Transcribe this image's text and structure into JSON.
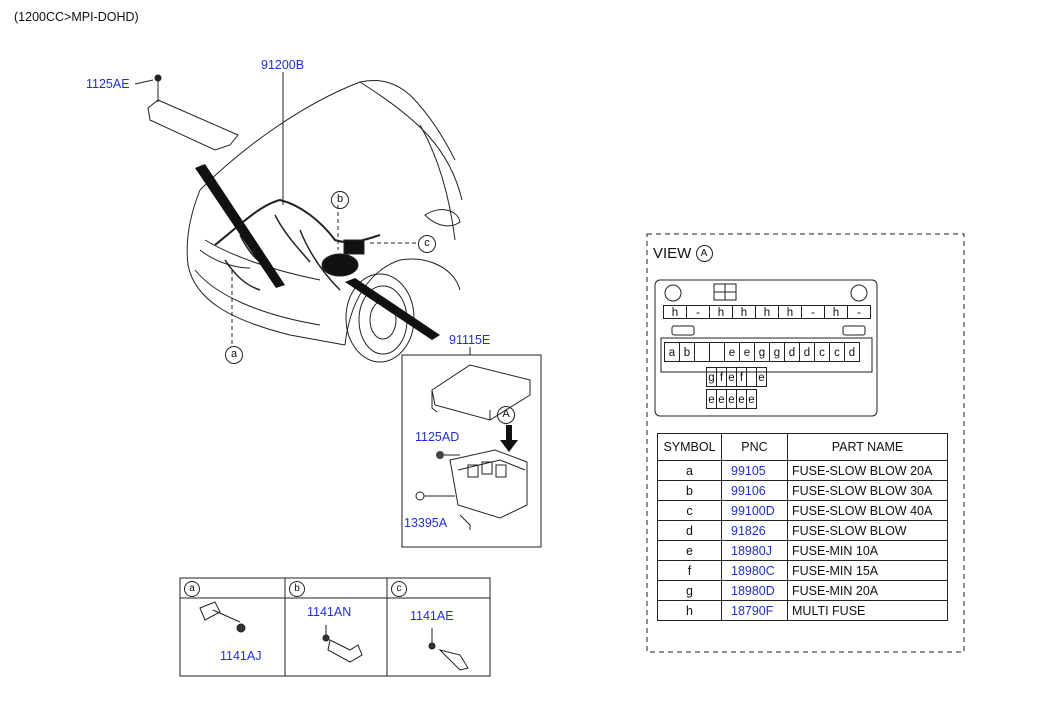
{
  "header": {
    "engine": "(1200CC>MPI-DOHD)"
  },
  "callouts": {
    "part_1125AE": "1125AE",
    "part_91200B": "91200B",
    "part_91115E": "91115E",
    "part_1125AD": "1125AD",
    "part_13395A": "13395A",
    "view_marker": "A",
    "loc_a": "a",
    "loc_b": "b",
    "loc_c": "c"
  },
  "detail_boxes": [
    {
      "letter": "a",
      "part": "1141AJ"
    },
    {
      "letter": "b",
      "part": "1141AN"
    },
    {
      "letter": "c",
      "part": "1141AE"
    }
  ],
  "view": {
    "title": "VIEW",
    "marker": "A",
    "top_row": [
      "h",
      "-",
      "h",
      "h",
      "h",
      "h",
      "-",
      "h",
      "-"
    ],
    "row1": [
      "a",
      "b",
      "",
      "",
      "e",
      "e",
      "g",
      "g",
      "d",
      "d",
      "c",
      "c",
      "d"
    ],
    "row2": [
      "g",
      "f",
      "e",
      "f",
      "",
      "e"
    ],
    "row3": [
      "e",
      "e",
      "e",
      "e",
      "e"
    ]
  },
  "parts_table": {
    "headers": [
      "SYMBOL",
      "PNC",
      "PART NAME"
    ],
    "rows": [
      {
        "symbol": "a",
        "pnc": "99105",
        "name": "FUSE-SLOW BLOW 20A"
      },
      {
        "symbol": "b",
        "pnc": "99106",
        "name": "FUSE-SLOW BLOW 30A"
      },
      {
        "symbol": "c",
        "pnc": "99100D",
        "name": "FUSE-SLOW BLOW 40A"
      },
      {
        "symbol": "d",
        "pnc": "91826",
        "name": "FUSE-SLOW BLOW"
      },
      {
        "symbol": "e",
        "pnc": "18980J",
        "name": "FUSE-MIN 10A"
      },
      {
        "symbol": "f",
        "pnc": "18980C",
        "name": "FUSE-MIN 15A"
      },
      {
        "symbol": "g",
        "pnc": "18980D",
        "name": "FUSE-MIN 20A"
      },
      {
        "symbol": "h",
        "pnc": "18790F",
        "name": "MULTI FUSE"
      }
    ]
  },
  "colors": {
    "part_number": "#1f2fd6",
    "line": "#222222"
  }
}
